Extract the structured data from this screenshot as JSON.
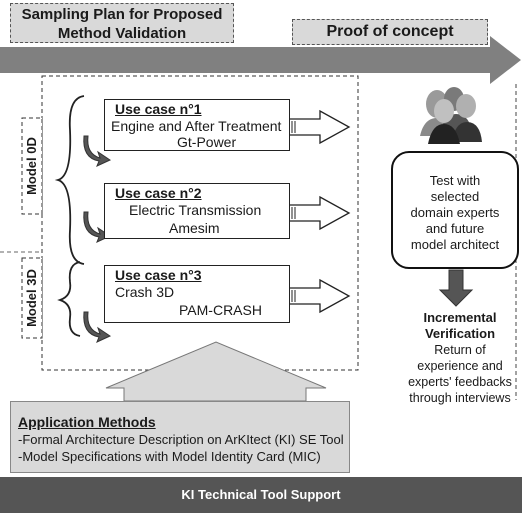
{
  "header": {
    "plan_line1": "Sampling Plan for Proposed",
    "plan_line2": "Method Validation",
    "poc_label": "Proof of concept"
  },
  "models": {
    "model_0d": "Model 0D",
    "model_3d": "Model 3D"
  },
  "use_cases": [
    {
      "title": "Use case n°1",
      "line1": "Engine and After Treatment",
      "line2": "Gt-Power"
    },
    {
      "title": "Use case n°2",
      "line1": "Electric Transmission",
      "line2": "Amesim"
    },
    {
      "title": "Use case n°3",
      "line1": "Crash 3D",
      "line2": "PAM-CRASH"
    }
  ],
  "test_box": {
    "line1": "Test with",
    "line2": "selected",
    "line3": "domain experts",
    "line4": "and future",
    "line5": "model architect"
  },
  "verification": {
    "title_line1": "Incremental",
    "title_line2": "Verification",
    "line1": "Return of",
    "line2": "experience and",
    "line3": "experts' feedbacks",
    "line4": "through interviews"
  },
  "application": {
    "title": "Application Methods",
    "item1": "-Formal Architecture Description on ArKItect (KI) SE Tool",
    "item2": "-Model Specifications with Model Identity Card (MIC)"
  },
  "footer": {
    "label": "KI Technical Tool Support"
  },
  "colors": {
    "gray_fill": "#d9d9d9",
    "arrow_gray": "#808080",
    "dark_bar": "#555555"
  },
  "icons": [
    "people-group-icon"
  ]
}
